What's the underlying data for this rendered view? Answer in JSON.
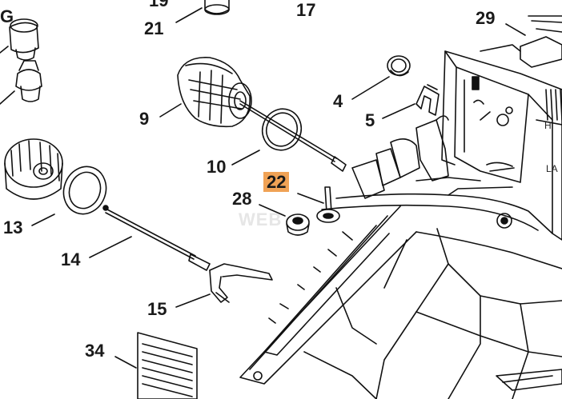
{
  "diagram": {
    "part_numbers": [
      "19",
      "21",
      "17",
      "29",
      "G",
      "4",
      "5",
      "9",
      "10",
      "22",
      "28",
      "13",
      "14",
      "15",
      "34"
    ],
    "highlighted_part": "22",
    "highlight_color": "#f0a255",
    "panel_letters": [
      "H",
      "LA"
    ],
    "watermark_text": "WEB"
  }
}
